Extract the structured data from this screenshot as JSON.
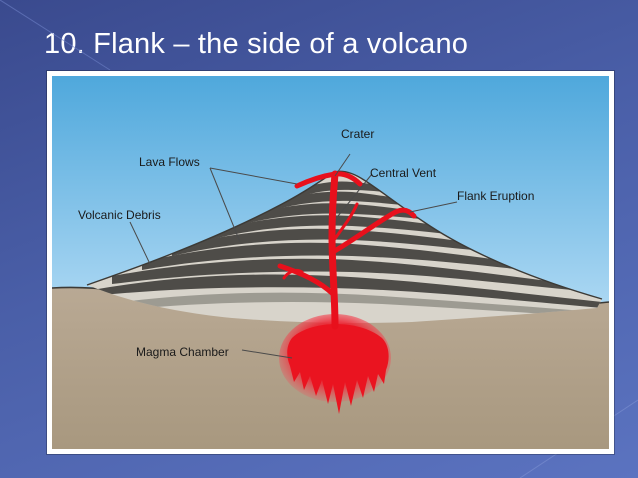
{
  "slide": {
    "title": "10. Flank – the side of a volcano"
  },
  "diagram": {
    "labels": {
      "crater": "Crater",
      "lava_flows": "Lava Flows",
      "central_vent": "Central Vent",
      "flank_eruption": "Flank Eruption",
      "volcanic_debris": "Volcanic Debris",
      "magma_chamber": "Magma Chamber"
    }
  },
  "colors": {
    "background": "#4a5fa8",
    "sky_top": "#4fa8dc",
    "sky_bottom": "#dcefff",
    "ground": "#b0a08c",
    "ash_layer": "#d8d4cb",
    "lava_layer": "#4e4c48",
    "magma": "#e8101c"
  }
}
